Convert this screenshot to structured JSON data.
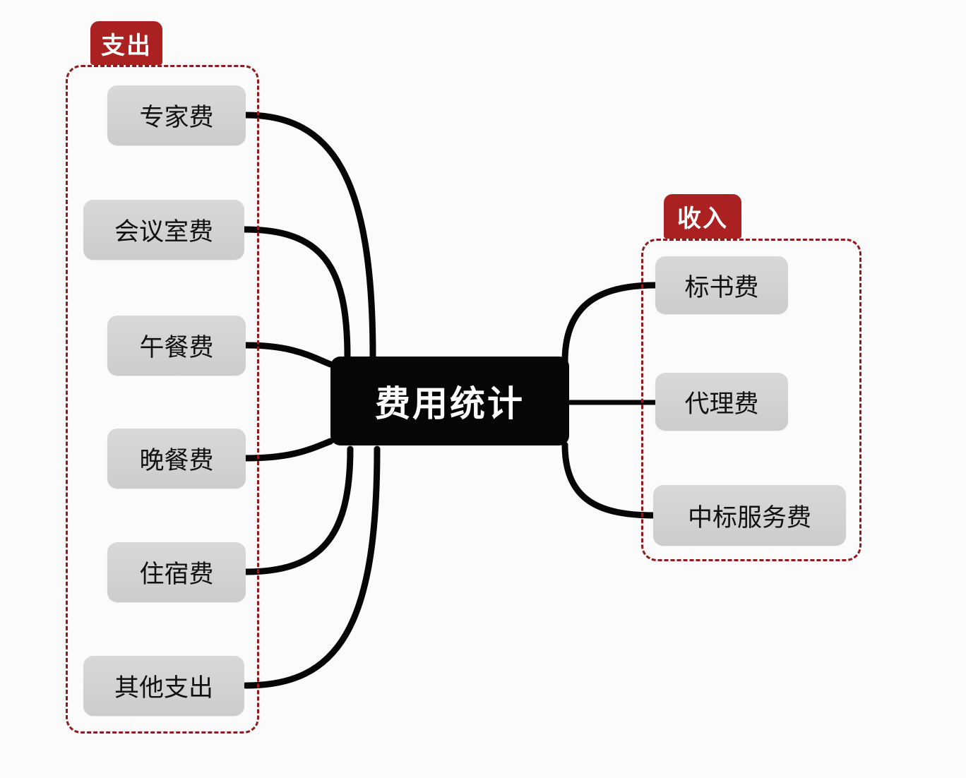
{
  "diagram": {
    "type": "mindmap",
    "background_color": "#fbfbfc",
    "center": {
      "label": "费用统计",
      "bg_color": "#060606",
      "text_color": "#ffffff"
    },
    "groups": [
      {
        "id": "expense",
        "tab_label": "支出",
        "tab_color": "#ab2121",
        "border_color": "#8e1c1c",
        "side": "left",
        "nodes": [
          {
            "label": "专家费"
          },
          {
            "label": "会议室费"
          },
          {
            "label": "午餐费"
          },
          {
            "label": "晚餐费"
          },
          {
            "label": "住宿费"
          },
          {
            "label": "其他支出"
          }
        ]
      },
      {
        "id": "income",
        "tab_label": "收入",
        "tab_color": "#ab2121",
        "border_color": "#8e1c1c",
        "side": "right",
        "nodes": [
          {
            "label": "标书费"
          },
          {
            "label": "代理费"
          },
          {
            "label": "中标服务费"
          }
        ]
      }
    ],
    "node_style": {
      "bg_color": "#d3d3d3",
      "text_color": "#111111"
    },
    "connector_color": "#060606"
  }
}
